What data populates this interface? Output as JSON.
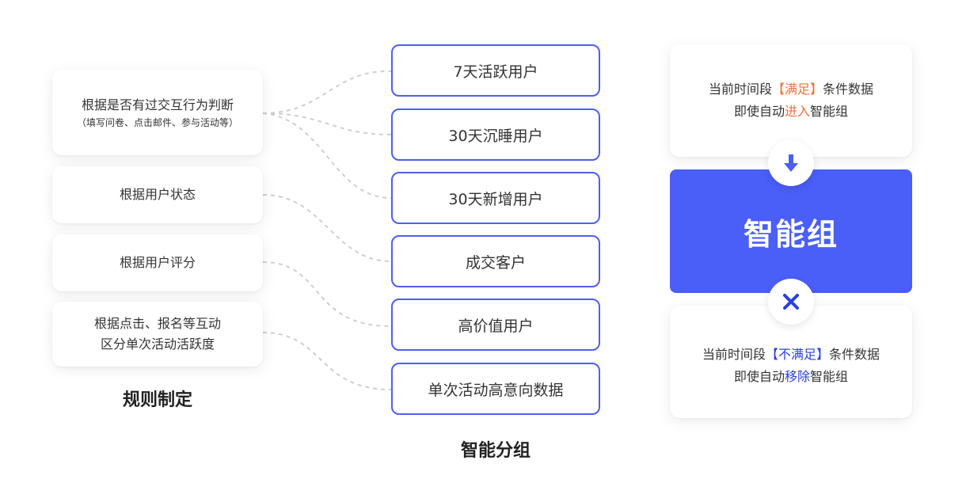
{
  "rules": [
    {
      "main": "根据是否有过交互行为判断",
      "sub": "（填写问卷、点击邮件、参与活动等）"
    },
    {
      "main": "根据用户状态"
    },
    {
      "main": "根据用户评分"
    },
    {
      "main": "根据点击、报名等互动",
      "main2": "区分单次活动活跃度"
    }
  ],
  "rules_title": "规则制定",
  "groups": [
    "7天活跃用户",
    "30天沉睡用户",
    "30天新增用户",
    "成交客户",
    "高价值用户",
    "单次活动高意向数据"
  ],
  "groups_title": "智能分组",
  "enter": {
    "prefix": "当前时间段",
    "highlight": "【满足】",
    "suffix": "条件数据",
    "line2_prefix": "即使自动",
    "line2_highlight": "进入",
    "line2_suffix": "智能组"
  },
  "smart_group": "智能组",
  "remove": {
    "prefix": "当前时间段",
    "highlight": "【不满足】",
    "suffix": "条件数据",
    "line2_prefix": "即使自动",
    "line2_highlight": "移除",
    "line2_suffix": "智能组"
  },
  "colors": {
    "accent": "#4a5ef8",
    "border": "#4f5fef",
    "orange": "#e8743b",
    "blue": "#2a3fe0"
  },
  "icons": {
    "enter": "arrow-down-icon",
    "remove": "close-icon"
  }
}
